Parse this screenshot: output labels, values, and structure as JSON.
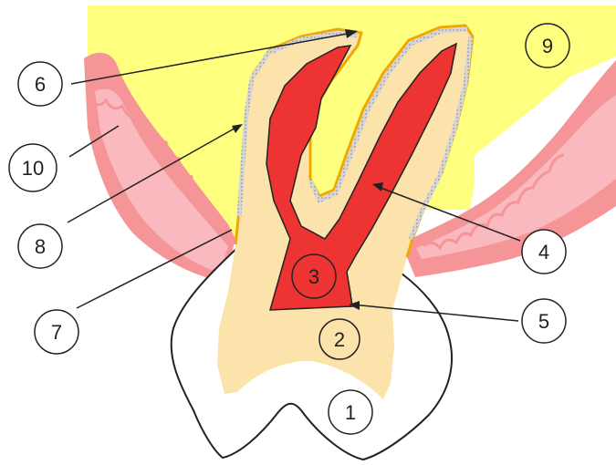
{
  "colors": {
    "bone": "#ffff7f",
    "gum_outer": "#f59597",
    "gum_inner": "#f9b9bf",
    "dentin": "#fbe3ab",
    "pulp": "#ee3333",
    "cementum": "#f0a800",
    "ligament": "#bdbdbd",
    "enamel": "#ffffff",
    "outline": "#222222"
  },
  "labels": [
    {
      "id": "1",
      "text": "1",
      "fill": "#ffffff"
    },
    {
      "id": "2",
      "text": "2",
      "fill": "#fbe3ab"
    },
    {
      "id": "3",
      "text": "3",
      "fill": "#ee3333"
    },
    {
      "id": "4",
      "text": "4",
      "fill": "#ffffff"
    },
    {
      "id": "5",
      "text": "5",
      "fill": "#ffffff"
    },
    {
      "id": "6",
      "text": "6",
      "fill": "#ffffff"
    },
    {
      "id": "7",
      "text": "7",
      "fill": "#ffffff"
    },
    {
      "id": "8",
      "text": "8",
      "fill": "#ffffff"
    },
    {
      "id": "9",
      "text": "9",
      "fill": "#ffff7f"
    },
    {
      "id": "10",
      "text": "10",
      "fill": "#ffffff"
    }
  ]
}
